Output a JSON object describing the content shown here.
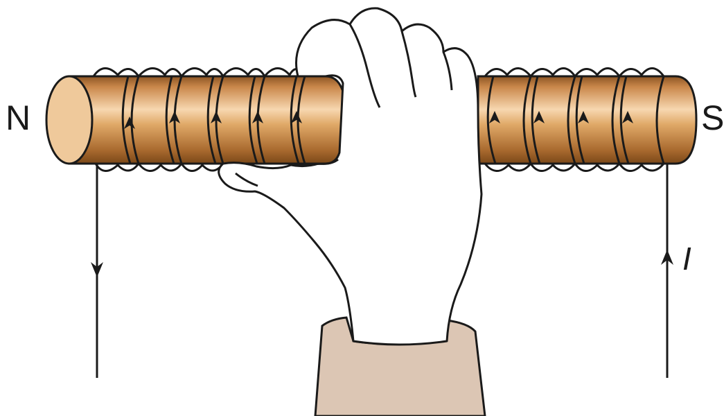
{
  "labels": {
    "north": "N",
    "south": "S",
    "current": "I"
  },
  "colors": {
    "rod_light": "#f6d2a8",
    "rod_mid": "#d89a5c",
    "rod_dark": "#9c6228",
    "rod_end": "#e8c08e",
    "cuff": "#dcc6b4",
    "wire": "#1a1a1a"
  },
  "icons": {
    "hand": "right-hand-grip-icon",
    "current_arrow": "arrow-icon"
  }
}
